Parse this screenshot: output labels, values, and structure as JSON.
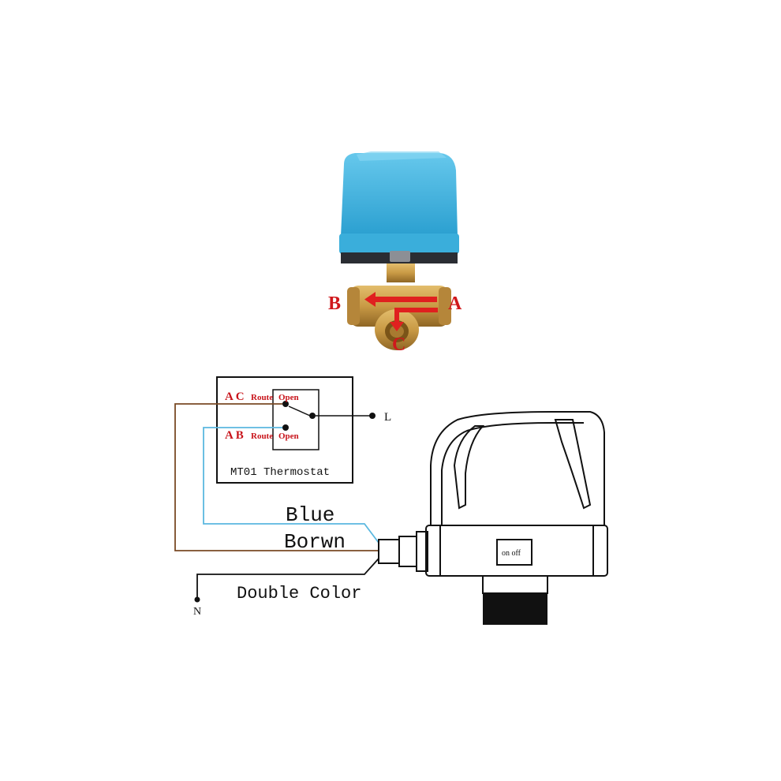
{
  "valve_photo": {
    "port_a": "A",
    "port_b": "B",
    "port_c": "C"
  },
  "thermostat": {
    "name": "MT01 Thermostat",
    "route1": {
      "ports": "A C",
      "route": "Route",
      "state": "Open"
    },
    "route2": {
      "ports": "A B",
      "route": "Route",
      "state": "Open"
    }
  },
  "terminals": {
    "live": "L",
    "neutral": "N"
  },
  "wires": {
    "blue": "Blue",
    "brown": "Borwn",
    "ground": "Double Color"
  },
  "actuator": {
    "switch_label": "on off"
  },
  "colors": {
    "actuator_blue": "#3fb3de",
    "brass": "#c99a45",
    "arrow_red": "#e0201f",
    "text_red": "#c8141b",
    "wire_blue": "#5bb8e0",
    "wire_brown": "#7a4a25",
    "line_black": "#111111"
  }
}
